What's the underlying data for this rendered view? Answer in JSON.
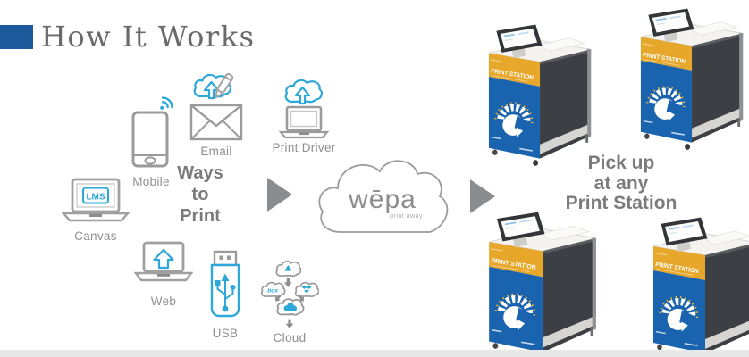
{
  "title": {
    "text": "How It Works"
  },
  "ways": {
    "heading_lines": [
      "Ways",
      "to",
      "Print"
    ],
    "items": [
      {
        "label": "Mobile",
        "icon": "smartphone-wifi-icon"
      },
      {
        "label": "Email",
        "icon": "envelope-cloud-pencil-icon"
      },
      {
        "label": "Print Driver",
        "icon": "laptop-cloud-upload-icon"
      },
      {
        "label": "Canvas",
        "icon": "laptop-lms-icon",
        "screen_text": "LMS"
      },
      {
        "label": "Web",
        "icon": "laptop-upload-icon"
      },
      {
        "label": "USB",
        "icon": "usb-flash-drive-icon"
      },
      {
        "label": "Cloud",
        "icon": "cloud-services-icon",
        "box_text": "box"
      }
    ]
  },
  "flow": {
    "arrow_icon": "right-triangle-arrow"
  },
  "wepa": {
    "logo": "wēpa",
    "tagline": "print away"
  },
  "pickup": {
    "lines": [
      "Pick up",
      "at any",
      "Print Station"
    ]
  },
  "print_station": {
    "panel_label": "PRINT STATION",
    "count": 4
  },
  "colors": {
    "accent_blue": "#1c5a9c",
    "icon_blue": "#2ea7d9",
    "kiosk_gold": "#e7a72b",
    "kiosk_panel_blue": "#1a63ae",
    "kiosk_body": "#3c3f43",
    "text_gray": "#7b7b7b",
    "bottom_bar": "#e8e8e8"
  }
}
